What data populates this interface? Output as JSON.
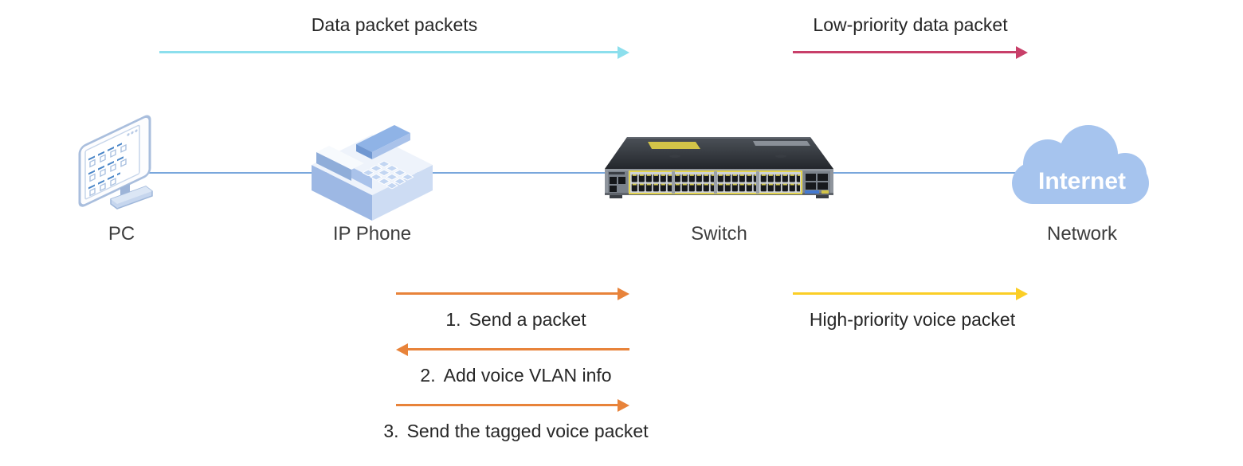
{
  "colors": {
    "link_line": "#79a7dc",
    "data_arrow": "#8cdfed",
    "low_priority_arrow": "#c83f69",
    "step_arrow": "#e8833a",
    "high_priority_arrow": "#fbce26",
    "cloud_fill": "#a6c4ee",
    "cloud_text": "#ffffff",
    "device_label_text": "#3d3d3d",
    "caption_text": "#262626"
  },
  "flows": {
    "data_packets": {
      "label": "Data packet packets",
      "direction": "right"
    },
    "low_priority": {
      "label": "Low-priority data packet",
      "direction": "right"
    },
    "high_priority": {
      "label": "High-priority voice packet",
      "direction": "right"
    }
  },
  "devices": {
    "pc": {
      "label": "PC"
    },
    "ip_phone": {
      "label": "IP Phone"
    },
    "switch": {
      "label": "Switch"
    },
    "internet": {
      "cloud_text": "Internet",
      "label": "Network"
    }
  },
  "steps": [
    {
      "number": "1.",
      "text": "Send a packet",
      "direction": "right"
    },
    {
      "number": "2.",
      "text": "Add voice VLAN info",
      "direction": "left"
    },
    {
      "number": "3.",
      "text": "Send the tagged voice packet",
      "direction": "right"
    }
  ]
}
